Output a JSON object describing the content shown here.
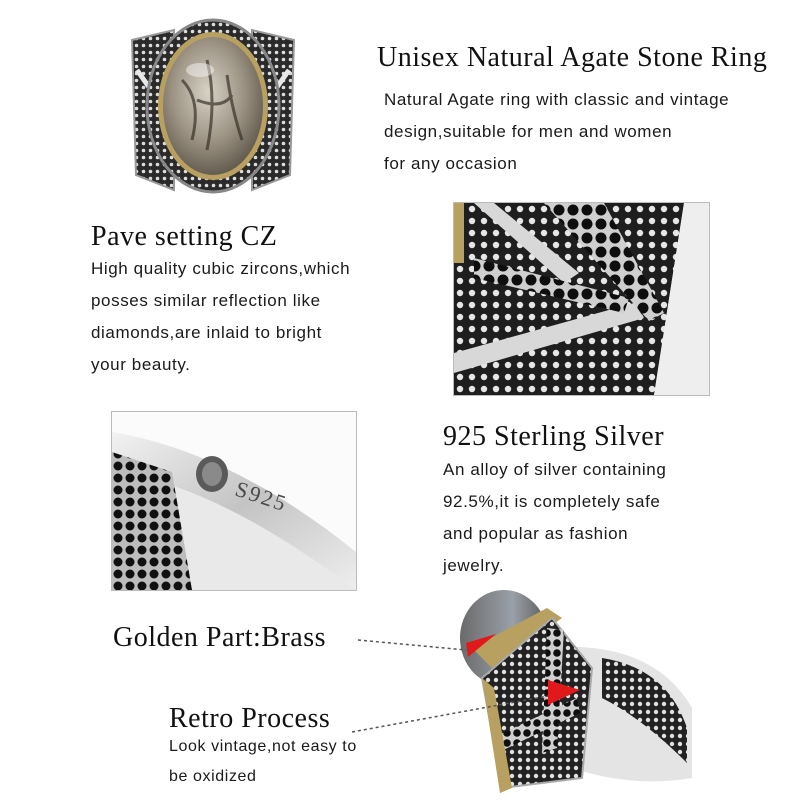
{
  "sections": {
    "agate": {
      "title": "Unisex Natural Agate Stone Ring",
      "lines": [
        "Natural Agate ring with classic and vintage",
        "design,suitable for men and women",
        "for any occasion"
      ]
    },
    "pave": {
      "title": "Pave setting CZ",
      "lines": [
        "High quality cubic zircons,which",
        "posses similar reflection like",
        "diamonds,are inlaid to bright",
        "your beauty."
      ]
    },
    "silver": {
      "title": "925 Sterling Silver",
      "lines": [
        "An alloy of silver containing",
        "92.5%,it is completely safe",
        "and popular as fashion",
        "jewelry."
      ]
    },
    "brass": {
      "title": "Golden Part:Brass"
    },
    "retro": {
      "title": "Retro Process",
      "lines": [
        "Look vintage,not easy to",
        "be oxidized"
      ]
    }
  },
  "stamp": "S925",
  "colors": {
    "arrow": "#e0191a",
    "agate": "#8a8170",
    "brass": "#b8a060",
    "silver": "#cfcfcf",
    "oxidized": "#2a2a2a"
  }
}
